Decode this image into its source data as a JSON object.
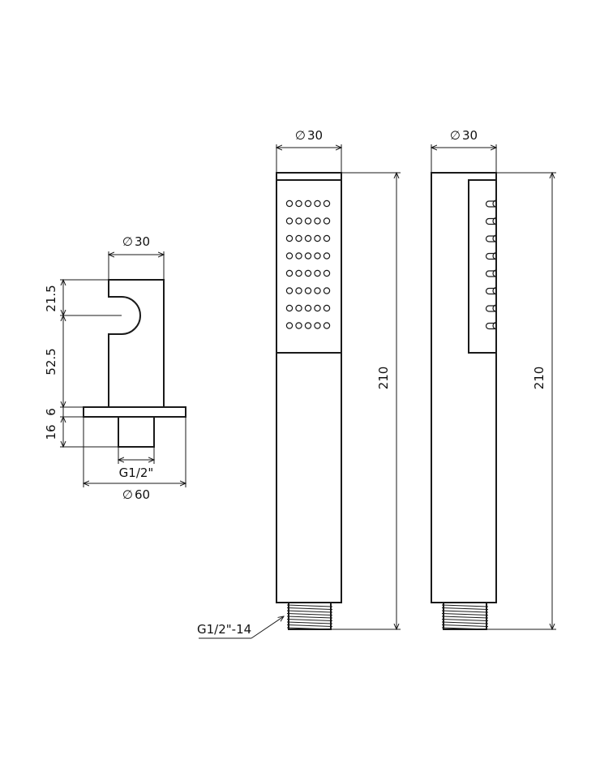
{
  "bracket": {
    "top_diameter": "30",
    "dim_upper": "21.5",
    "dim_middle": "52.5",
    "dim_flange": "6",
    "dim_thread": "16",
    "thread_label": "G1/2\"",
    "base_diameter": "60"
  },
  "handshower_front": {
    "diameter": "30",
    "length": "210",
    "thread_callout": "G1/2\"-14"
  },
  "handshower_side": {
    "diameter": "30",
    "length": "210"
  },
  "diameter_symbol": "∅"
}
